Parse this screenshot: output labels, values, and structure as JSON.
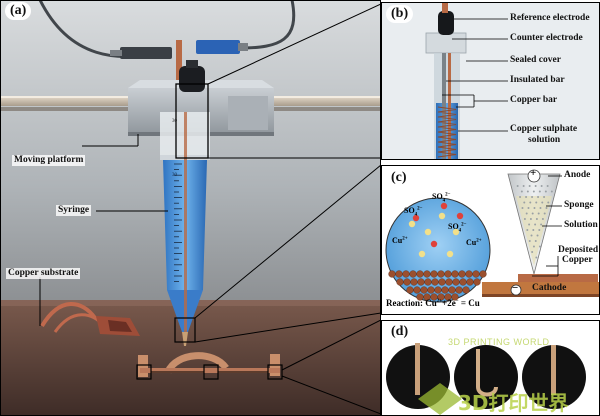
{
  "panels": {
    "a": "(a)",
    "b": "(b)",
    "c": "(c)",
    "d": "(d)"
  },
  "panel_a": {
    "moving_platform": "Moving platform",
    "syringe": "Syringe",
    "copper_substrate": "Copper substrate",
    "scale_top": "30",
    "scale_bottom": "30"
  },
  "panel_b": {
    "reference_electrode": "Reference electrode",
    "counter_electrode": "Counter electrode",
    "sealed_cover": "Sealed cover",
    "insulated_bar": "Insulated bar",
    "copper_bar": "Copper bar",
    "copper_sulphate_solution_1": "Copper sulphate",
    "copper_sulphate_solution_2": "solution"
  },
  "panel_c": {
    "anode": "Anode",
    "sponge": "Sponge",
    "solution": "Solution",
    "deposited_copper_1": "Deposited",
    "deposited_copper_2": "Copper",
    "cathode": "Cathode",
    "plus": "+",
    "minus": "−",
    "reaction_prefix": "Reaction:",
    "reaction_cu": "Cu",
    "reaction_charge": "2+",
    "reaction_mid": "+2e",
    "reaction_e_sup": "−",
    "reaction_end": " = Cu",
    "ion_so4": "SO",
    "ion_so4_sub": "4",
    "ion_so4_sup": "2−",
    "ion_cu": "Cu",
    "ion_cu_sup": "2+"
  },
  "watermark": {
    "cn": "3D打印世界",
    "en": "3D PRINTING WORLD"
  },
  "colors": {
    "copper": "#b86a45",
    "solution_blue": "#3f8fd8",
    "bench": "#5b4036",
    "background_grey": "#8e949a"
  }
}
